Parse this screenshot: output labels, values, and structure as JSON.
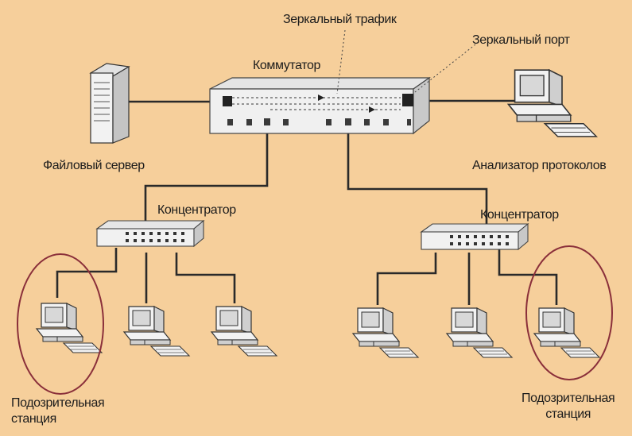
{
  "labels": {
    "mirror_traffic": "Зеркальный трафик",
    "mirror_port": "Зеркальный порт",
    "switch": "Коммутатор",
    "file_server": "Файловый сервер",
    "protocol_analyzer": "Анализатор протоколов",
    "hub_left": "Концентратор",
    "hub_right": "Концентратор",
    "suspicious_left": "Подозрительная\nстанция",
    "suspicious_right": "Подозрительная\nстанция"
  },
  "colors": {
    "background": "#f6cf9b",
    "device": "#ececec",
    "cable": "#2a2a2a",
    "highlight_ring": "#8a2f3a"
  }
}
